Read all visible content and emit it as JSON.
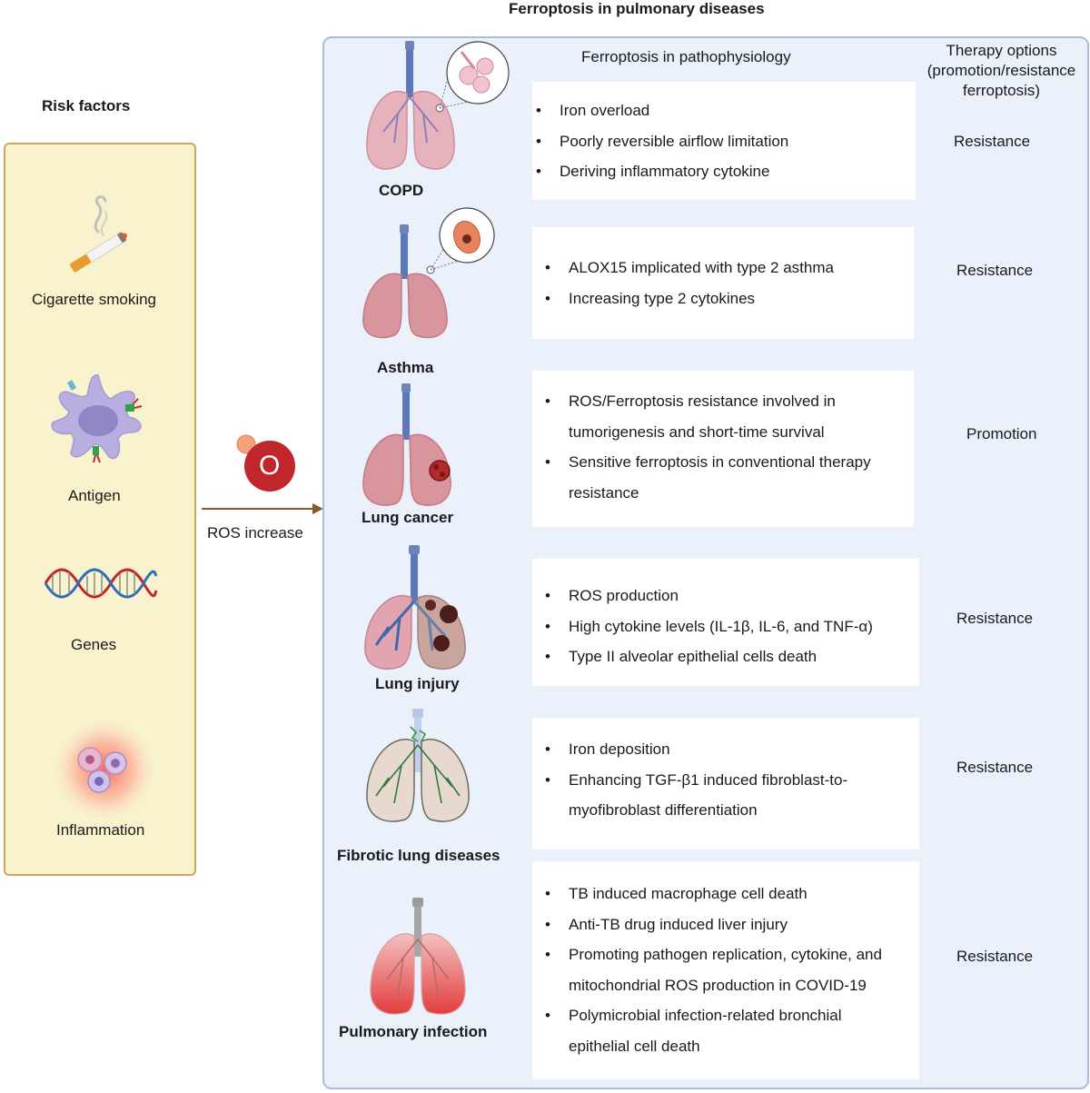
{
  "title": "Ferroptosis in pulmonary diseases",
  "risk_factors": {
    "title": "Risk factors",
    "items": [
      {
        "label": "Cigarette smoking",
        "icon": "cigarette-icon"
      },
      {
        "label": "Antigen",
        "icon": "antigen-cell-icon"
      },
      {
        "label": "Genes",
        "icon": "dna-icon"
      },
      {
        "label": "Inflammation",
        "icon": "inflammation-cells-icon"
      }
    ]
  },
  "ros": {
    "label": "ROS increase",
    "symbol": "O"
  },
  "columns": {
    "pathophysiology": "Ferroptosis in pathophysiology",
    "therapy_line1": "Therapy options",
    "therapy_line2": "(promotion/resistance",
    "therapy_line3": "ferroptosis)"
  },
  "diseases": [
    {
      "name": "COPD",
      "points": [
        "Iron overload",
        "Poorly reversible airflow limitation",
        "Deriving inflammatory cytokine"
      ],
      "therapy": "Resistance"
    },
    {
      "name": "Asthma",
      "points": [
        "ALOX15 implicated with type 2 asthma",
        "Increasing type 2 cytokines"
      ],
      "therapy": "Resistance"
    },
    {
      "name": "Lung cancer",
      "points": [
        "ROS/Ferroptosis resistance involved in",
        "tumorigenesis and short-time survival",
        "Sensitive ferroptosis in conventional therapy",
        "resistance"
      ],
      "therapy": "Promotion"
    },
    {
      "name": "Lung injury",
      "points": [
        "ROS production",
        "High cytokine levels (IL-1β, IL-6, and TNF-α)",
        "Type II alveolar epithelial cells death"
      ],
      "therapy": "Resistance"
    },
    {
      "name": "Fibrotic lung diseases",
      "points": [
        "Iron deposition",
        "Enhancing TGF-β1 induced fibroblast-to-",
        "myofibroblast differentiation"
      ],
      "therapy": "Resistance"
    },
    {
      "name": "Pulmonary  infection",
      "points": [
        "TB induced macrophage cell death",
        "Anti-TB drug induced liver injury",
        "Promoting pathogen replication, cytokine, and",
        "mitochondrial ROS production in COVID-19",
        "Polymicrobial infection-related bronchial",
        "epithelial cell death"
      ],
      "therapy": "Resistance"
    }
  ],
  "colors": {
    "rf_panel_bg": "#f8f2cd",
    "rf_panel_border": "#c7a863",
    "main_panel_bg": "#eaf1fa",
    "main_panel_border": "#a9bedb",
    "arrow": "#8b5a2b",
    "ros_red": "#c0272d"
  }
}
